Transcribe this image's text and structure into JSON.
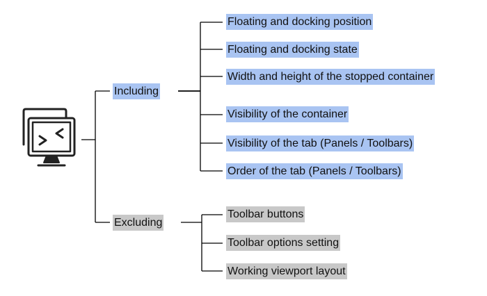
{
  "colors": {
    "including_highlight": "#a9c4f2",
    "excluding_highlight": "#c8c8c8",
    "line": "#000000",
    "icon_stroke": "#222222"
  },
  "root": {
    "icon": "monitors-swap-icon"
  },
  "including": {
    "label": "Including",
    "items": [
      "Floating and docking position",
      "Floating and docking state",
      "Width and height of the stopped container",
      "Visibility of the container",
      "Visibility of the tab (Panels / Toolbars)",
      "Order of the tab (Panels / Toolbars)"
    ]
  },
  "excluding": {
    "label": "Excluding",
    "items": [
      "Toolbar buttons",
      "Toolbar options setting",
      "Working viewport layout"
    ]
  }
}
